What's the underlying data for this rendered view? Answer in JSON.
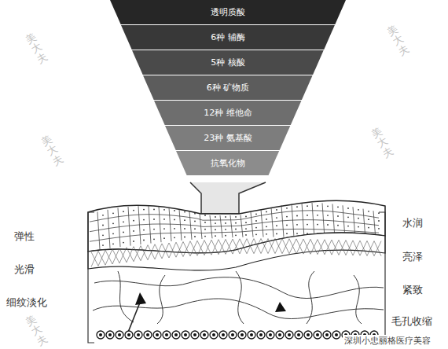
{
  "diagram": {
    "nodes": [
      {
        "text": [
          "透明质酸"
        ]
      },
      {
        "text": [
          "6种 辅酶"
        ]
      },
      {
        "text": [
          "5种 核酸"
        ]
      },
      {
        "text": [
          "6种 矿物质"
        ]
      },
      {
        "text": [
          "12种 维他命"
        ]
      },
      {
        "text": [
          "23种 氨基酸"
        ]
      },
      {
        "text": [
          "抗氧化物"
        ]
      }
    ],
    "edges": [],
    "labels": [
      "弹性",
      "光滑",
      "细纹淡化",
      "水润",
      "亮泽",
      "紧致",
      "毛孔收缩",
      "美大夫",
      "美大夫",
      "美大夫",
      "美大夫",
      "美大夫",
      "深圳小忠丽格医疗美容"
    ]
  }
}
